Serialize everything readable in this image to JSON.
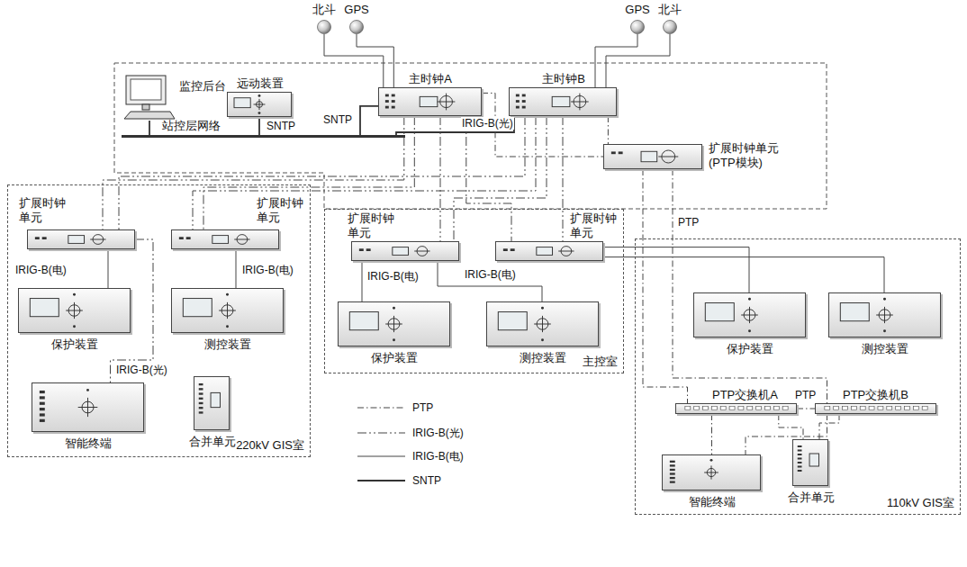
{
  "diagram": {
    "nodes": [
      {
        "text": [
          "北斗"
        ]
      },
      {
        "text": [
          "GPS"
        ]
      },
      {
        "text": [
          "GPS"
        ]
      },
      {
        "text": [
          "北斗"
        ]
      },
      {
        "text": [
          "监控后台"
        ]
      },
      {
        "text": [
          "远动装置"
        ]
      },
      {
        "text": [
          "站控层网络"
        ]
      },
      {
        "text": [
          "主时钟A"
        ]
      },
      {
        "text": [
          "主时钟B"
        ]
      },
      {
        "text": [
          "扩展时钟单元 (PTP模块)"
        ]
      },
      {
        "text": [
          "220kV GIS室"
        ]
      },
      {
        "text": [
          "扩展时钟 单元"
        ],
        "in": 10
      },
      {
        "text": [
          "扩展时钟 单元"
        ],
        "in": 10
      },
      {
        "text": [
          "保护装置"
        ],
        "in": 10
      },
      {
        "text": [
          "测控装置"
        ],
        "in": 10
      },
      {
        "text": [
          "智能终端"
        ],
        "in": 10
      },
      {
        "text": [
          "合并单元"
        ],
        "in": 10
      },
      {
        "text": [
          "主控室"
        ]
      },
      {
        "text": [
          "扩展时钟 单元"
        ],
        "in": 17
      },
      {
        "text": [
          "扩展时钟 单元"
        ],
        "in": 17
      },
      {
        "text": [
          "保护装置"
        ],
        "in": 17
      },
      {
        "text": [
          "测控装置"
        ],
        "in": 17
      },
      {
        "text": [
          "110kV GIS室"
        ]
      },
      {
        "text": [
          "保护装置"
        ],
        "in": 22
      },
      {
        "text": [
          "测控装置"
        ],
        "in": 22
      },
      {
        "text": [
          "PTP交换机A"
        ],
        "in": 22
      },
      {
        "text": [
          "PTP交换机B"
        ],
        "in": 22
      },
      {
        "text": [
          "智能终端"
        ],
        "in": 22
      },
      {
        "text": [
          "合并单元"
        ],
        "in": 22
      }
    ],
    "edges": [
      {
        "from": 0,
        "to": 7,
        "arrow": "none"
      },
      {
        "from": 1,
        "to": 7,
        "arrow": "none"
      },
      {
        "from": 2,
        "to": 8,
        "arrow": "none"
      },
      {
        "from": 3,
        "to": 8,
        "arrow": "none"
      },
      {
        "from": 4,
        "to": 6,
        "arrow": "none"
      },
      {
        "from": 5,
        "to": 6,
        "label": "SNTP",
        "arrow": "none"
      },
      {
        "from": 7,
        "to": 6,
        "label": "SNTP",
        "arrow": "none"
      },
      {
        "from": 8,
        "to": 6,
        "arrow": "none"
      },
      {
        "from": 7,
        "to": 11,
        "arrow": "none"
      },
      {
        "from": 7,
        "to": 12,
        "arrow": "none"
      },
      {
        "from": 8,
        "to": 11,
        "arrow": "none"
      },
      {
        "from": 8,
        "to": 12,
        "arrow": "none"
      },
      {
        "from": 7,
        "to": 18,
        "arrow": "none"
      },
      {
        "from": 8,
        "to": 18,
        "arrow": "none"
      },
      {
        "from": 7,
        "to": 19,
        "label": "IRIG-B(光)",
        "arrow": "none"
      },
      {
        "from": 8,
        "to": 19,
        "arrow": "none"
      },
      {
        "from": 7,
        "to": 9,
        "arrow": "none"
      },
      {
        "from": 8,
        "to": 9,
        "arrow": "none"
      },
      {
        "from": 9,
        "to": 25,
        "arrow": "none"
      },
      {
        "from": 9,
        "to": 26,
        "label": "PTP",
        "arrow": "none"
      },
      {
        "from": 11,
        "to": 13,
        "label": "IRIG-B(电)",
        "arrow": "none"
      },
      {
        "from": 12,
        "to": 14,
        "label": "IRIG-B(电)",
        "arrow": "none"
      },
      {
        "from": 11,
        "to": 15,
        "label": "IRIG-B(光)",
        "arrow": "none"
      },
      {
        "from": 18,
        "to": 20,
        "label": "IRIG-B(电)",
        "arrow": "none"
      },
      {
        "from": 18,
        "to": 21,
        "label": "IRIG-B(电)",
        "arrow": "none"
      },
      {
        "from": 19,
        "to": 23,
        "arrow": "none"
      },
      {
        "from": 19,
        "to": 24,
        "arrow": "none"
      },
      {
        "from": 25,
        "to": 27,
        "arrow": "none"
      },
      {
        "from": 25,
        "to": 28,
        "arrow": "none"
      },
      {
        "from": 26,
        "to": 27,
        "arrow": "none"
      },
      {
        "from": 26,
        "to": 28,
        "arrow": "none"
      },
      {
        "from": 25,
        "to": 26,
        "label": "PTP",
        "arrow": "none"
      }
    ],
    "legend": [
      {
        "text": "PTP"
      },
      {
        "text": "IRIG-B(光)"
      },
      {
        "text": "IRIG-B(电)"
      },
      {
        "text": "SNTP"
      }
    ]
  }
}
